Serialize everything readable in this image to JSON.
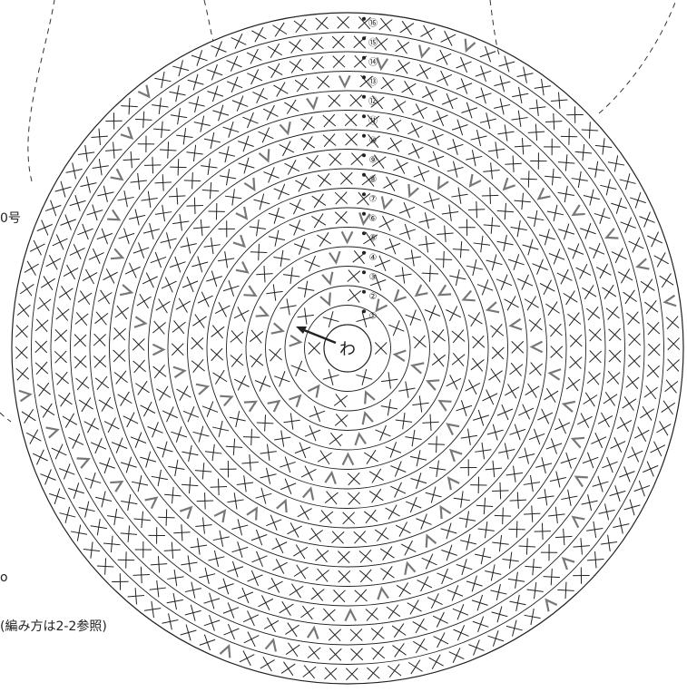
{
  "labels": {
    "gauge": "0号",
    "ring_edge": "o",
    "note": "(編み方は2-2参照)"
  },
  "center": {
    "symbol": "わ"
  },
  "rounds": [
    "①",
    "②",
    "③",
    "④",
    "⑤",
    "⑥",
    "⑦",
    "⑧",
    "⑨",
    "⑩",
    "⑪",
    "⑫",
    "⑬",
    "⑭",
    "⑮",
    "⑯"
  ],
  "colors": {
    "line": "#222222",
    "increase": "#777777",
    "dashed": "#333333"
  }
}
